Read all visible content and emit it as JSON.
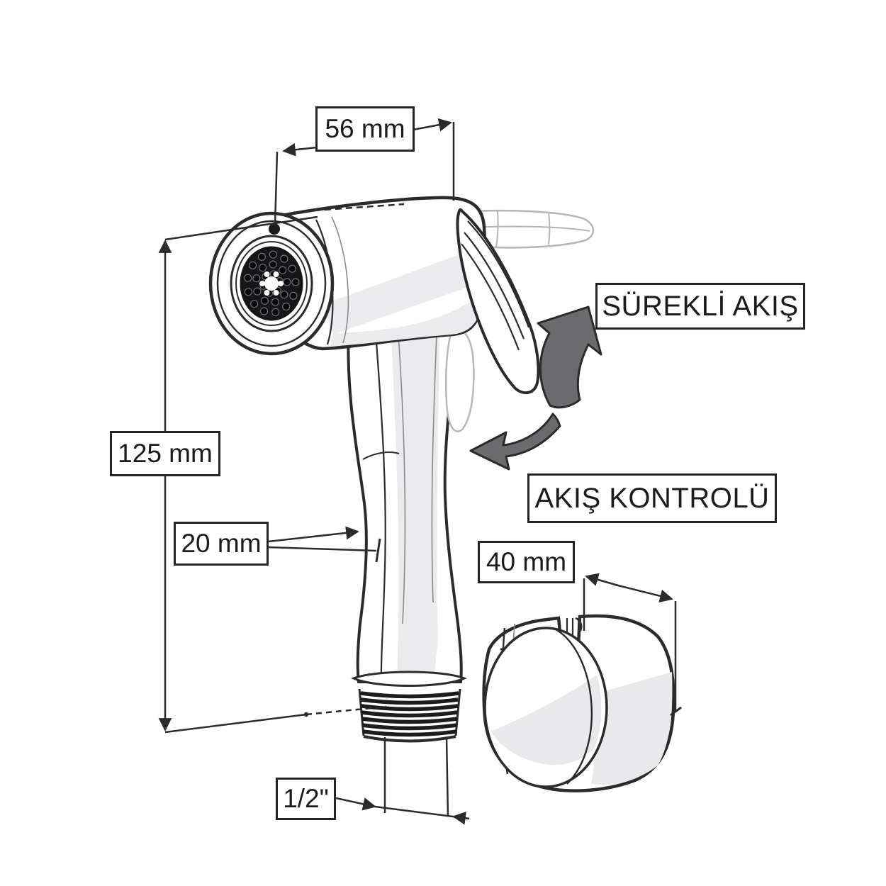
{
  "figure": {
    "type": "technical-line-drawing",
    "subject": "hand-held bidet sprayer with wall holder",
    "language": "Turkish"
  },
  "labels": {
    "head_length": "56 mm",
    "total_height": "125 mm",
    "grip_width": "20 mm",
    "thread_size": "1/2\"",
    "holder_width": "40 mm",
    "continuous_flow": "SÜREKLİ AKIŞ",
    "flow_control": "AKIŞ KONTROLÜ"
  },
  "parts": [
    "spray-head",
    "spray-face-nozzles",
    "trigger-lever-raised",
    "trigger-lever-pressed",
    "handle-grip",
    "threaded-connector-1/2-inch",
    "wall-mount-holder",
    "rotation-arrows"
  ],
  "colors": {
    "background": "#ffffff",
    "line": "#2b2b2d",
    "shade": "#e9e9eb",
    "arrow_fill": "#6b6b6d",
    "nozzle_plate": "#161618"
  }
}
